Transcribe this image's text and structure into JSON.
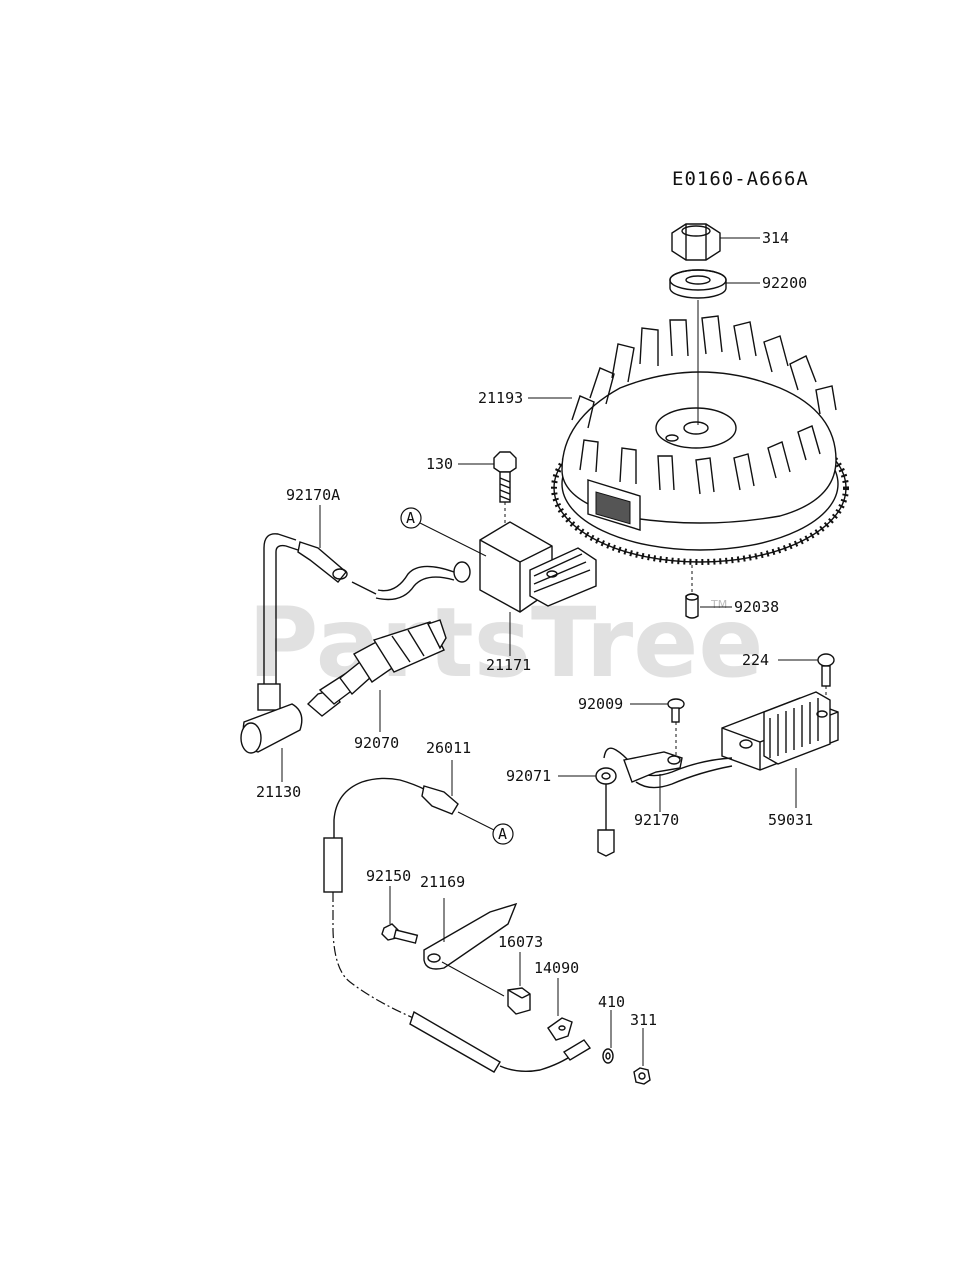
{
  "diagram_code": "E0160-A666A",
  "watermark": {
    "text": "PartsTree",
    "trademark": "TM"
  },
  "callout_ref": "A",
  "part_labels": {
    "p314": "314",
    "p92200": "92200",
    "p21193": "21193",
    "p130": "130",
    "p92170A": "92170A",
    "p21171": "21171",
    "p92038": "92038",
    "p224": "224",
    "p92009": "92009",
    "p92070": "92070",
    "p21130": "21130",
    "p26011": "26011",
    "p92071": "92071",
    "p92170": "92170",
    "p59031": "59031",
    "p92150": "92150",
    "p21169": "21169",
    "p16073": "16073",
    "p14090": "14090",
    "p410": "410",
    "p311": "311"
  }
}
